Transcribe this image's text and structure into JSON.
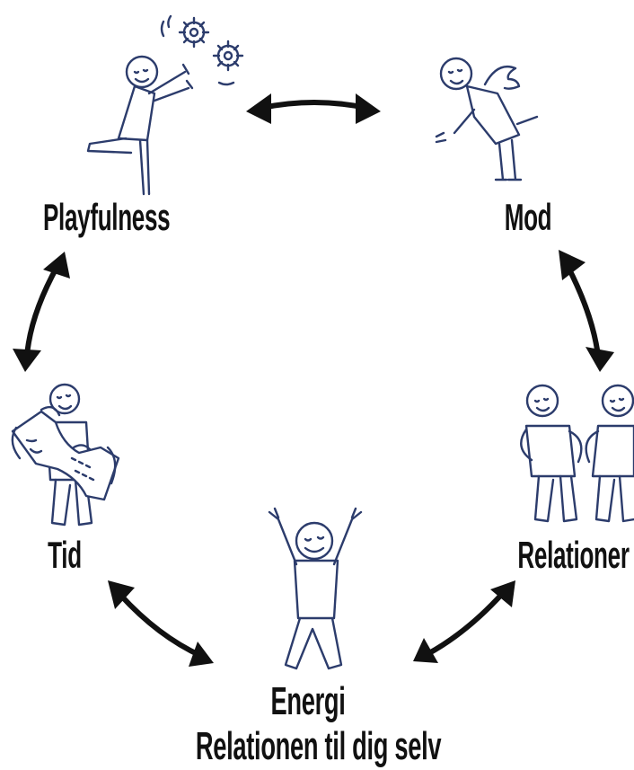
{
  "nodes": {
    "playfulness": {
      "label": "Playfulness"
    },
    "mod": {
      "label": "Mod"
    },
    "relationer": {
      "label": "Relationer"
    },
    "energi": {
      "label": "Energi",
      "sublabel": "Relationen til dig selv"
    },
    "tid": {
      "label": "Tid"
    }
  },
  "colors": {
    "figure_stroke": "#2c3c6c",
    "arrow": "#111111",
    "text": "#111111"
  },
  "icons": [
    "playfulness-figure-icon",
    "gears-icon",
    "mod-figure-icon",
    "relationer-figures-icon",
    "energi-figure-icon",
    "tid-figure-icon",
    "hourglass-icon"
  ]
}
